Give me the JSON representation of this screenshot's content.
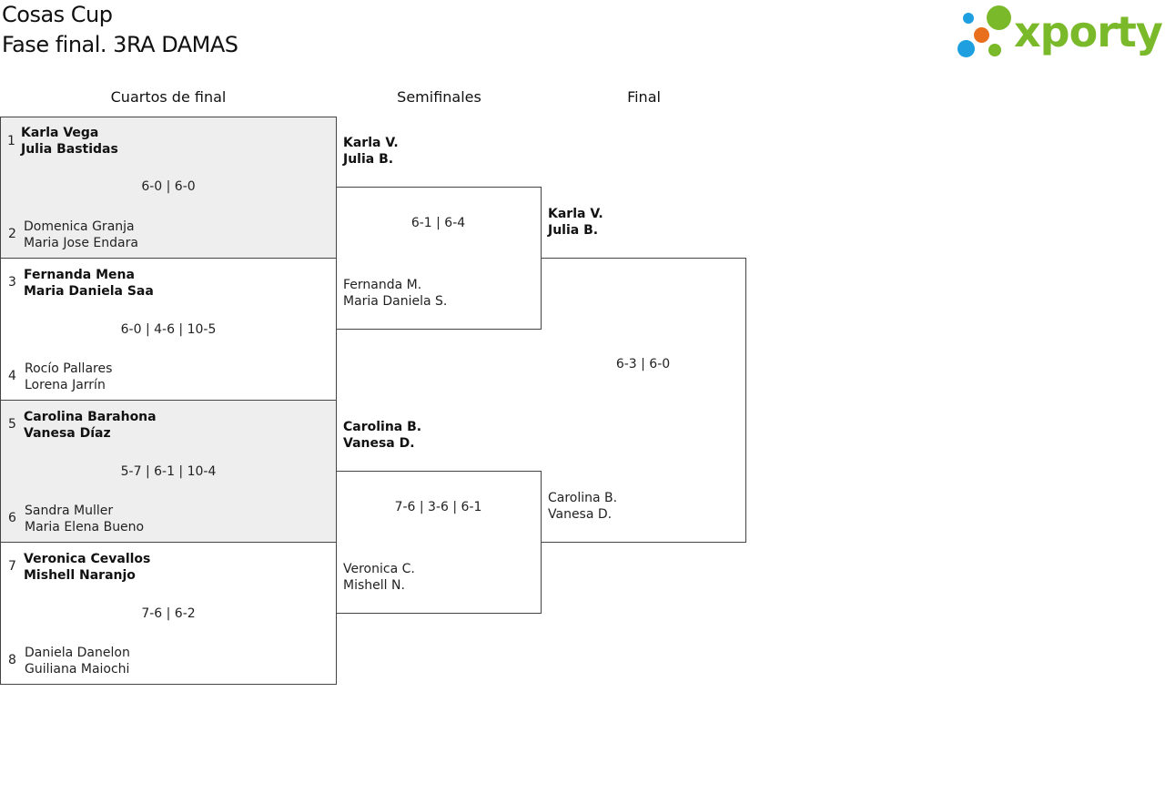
{
  "header": {
    "title_line1": "Cosas Cup",
    "title_line2": "Fase final. 3RA DAMAS",
    "logo_text": "xporty"
  },
  "colors": {
    "shade": "#eeeeee",
    "border": "#444444",
    "logo_green": "#7ab929",
    "logo_blue": "#1ea0e0",
    "logo_orange": "#e86f1c"
  },
  "rounds": {
    "quarterfinals": "Cuartos de final",
    "semifinals": "Semifinales",
    "final": "Final"
  },
  "quarterfinals": [
    {
      "seed_a": "1",
      "team_a": [
        "Karla Vega",
        "Julia Bastidas"
      ],
      "score": "6-0 | 6-0",
      "seed_b": "2",
      "team_b": [
        "Domenica Granja",
        "Maria Jose Endara"
      ]
    },
    {
      "seed_a": "3",
      "team_a": [
        "Fernanda Mena",
        "Maria Daniela Saa"
      ],
      "score": "6-0 | 4-6 | 10-5",
      "seed_b": "4",
      "team_b": [
        "Rocío Pallares",
        "Lorena Jarrín"
      ]
    },
    {
      "seed_a": "5",
      "team_a": [
        "Carolina Barahona",
        "Vanesa Díaz"
      ],
      "score": "5-7 | 6-1 | 10-4",
      "seed_b": "6",
      "team_b": [
        "Sandra Muller",
        "Maria Elena Bueno"
      ]
    },
    {
      "seed_a": "7",
      "team_a": [
        "Veronica Cevallos",
        "Mishell Naranjo"
      ],
      "score": "7-6 | 6-2",
      "seed_b": "8",
      "team_b": [
        "Daniela Danelon",
        "Guiliana Maiochi"
      ]
    }
  ],
  "semifinals": [
    {
      "team_a": [
        "Karla V.",
        "Julia B."
      ],
      "score": "6-1 | 6-4",
      "team_b": [
        "Fernanda M.",
        "Maria Daniela S."
      ]
    },
    {
      "team_a": [
        "Carolina B.",
        "Vanesa D."
      ],
      "score": "7-6 | 3-6 | 6-1",
      "team_b": [
        "Veronica C.",
        "Mishell N."
      ]
    }
  ],
  "final": {
    "team_a": [
      "Karla V.",
      "Julia B."
    ],
    "score": "6-3 | 6-0",
    "team_b": [
      "Carolina B.",
      "Vanesa D."
    ]
  }
}
